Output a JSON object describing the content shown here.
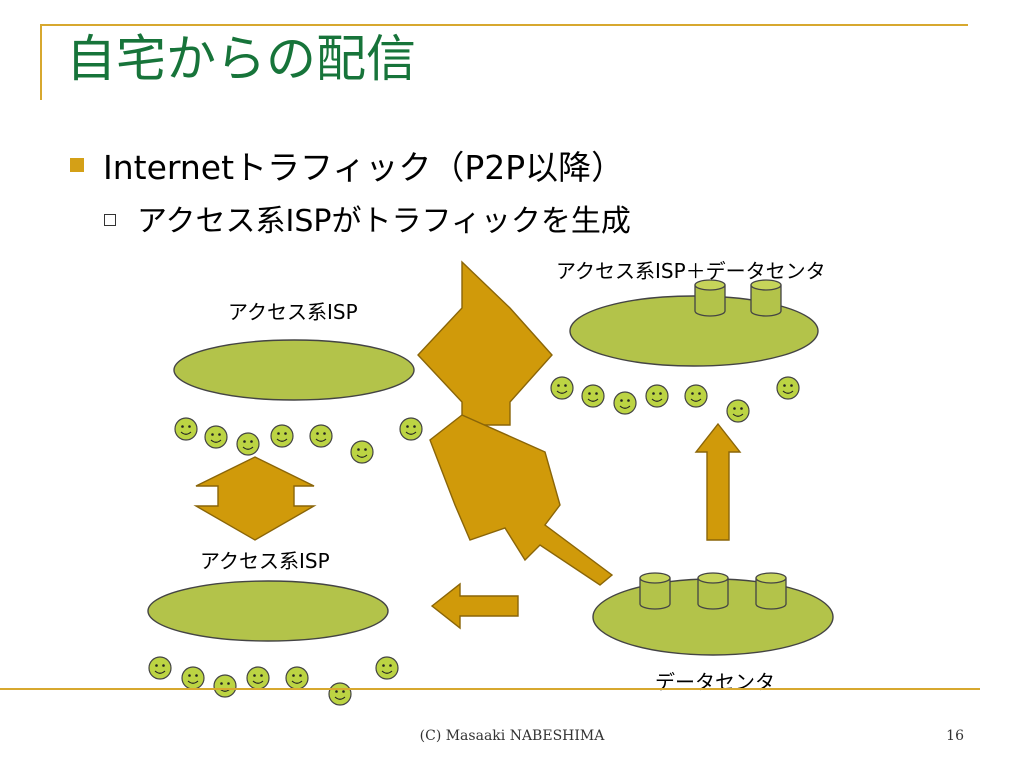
{
  "title": "自宅からの配信",
  "bullets": {
    "level1": "Internetトラフィック（P2P以降）",
    "level2": "アクセス系ISPがトラフィックを生成"
  },
  "labels": {
    "isp_top_left": "アクセス系ISP",
    "isp_bottom_left": "アクセス系ISP",
    "isp_plus_dc": "アクセス系ISP＋データセンタ",
    "datacenter": "データセンタ"
  },
  "footer": {
    "copyright": "(C) Masaaki NABESHIMA",
    "page_number": "16"
  },
  "colors": {
    "title": "#17743a",
    "accent": "#d4a017",
    "arrow_fill": "#d09a0a",
    "arrow_stroke": "#8a6508",
    "platform_fill": "#b3c34a",
    "face_fill": "#bcd443",
    "line": "#d7a82f"
  }
}
